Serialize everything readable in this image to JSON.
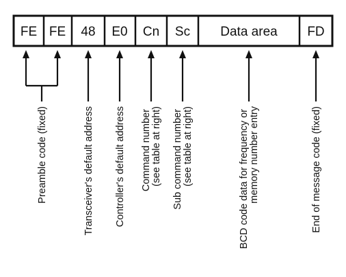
{
  "frame": {
    "cells": [
      {
        "text": "FE"
      },
      {
        "text": "FE"
      },
      {
        "text": "48"
      },
      {
        "text": "E0"
      },
      {
        "text": "Cn"
      },
      {
        "text": "Sc"
      },
      {
        "text": "Data area"
      },
      {
        "text": "FD"
      }
    ]
  },
  "labels": [
    {
      "lines": [
        "Preamble code (fixed)"
      ]
    },
    {
      "lines": [
        "Transceiver's default address"
      ]
    },
    {
      "lines": [
        "Controller's default address"
      ]
    },
    {
      "lines": [
        "Command number",
        "(see table at right)"
      ]
    },
    {
      "lines": [
        "Sub command number",
        "(see table at right)"
      ]
    },
    {
      "lines": [
        "BCD code data for frequency or",
        "memory number entry"
      ]
    },
    {
      "lines": [
        "End of message code (fixed)"
      ]
    }
  ]
}
